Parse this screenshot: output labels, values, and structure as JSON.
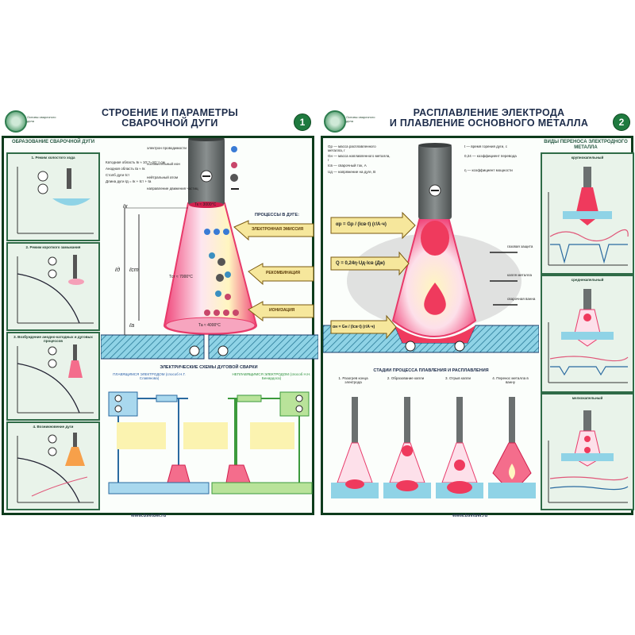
{
  "poster_left": {
    "number": "1",
    "title_line1": "СТРОЕНИЕ И ПАРАМЕТРЫ",
    "title_line2": "СВАРОЧНОЙ ДУГИ",
    "logo_text": "Основы сварочного дела",
    "side_title": "ОБРАЗОВАНИЕ СВАРОЧНОЙ ДУГИ",
    "side_panels": [
      {
        "caption": "1. Режим холостого хода"
      },
      {
        "caption": "2. Режим короткого замыкания"
      },
      {
        "caption": "3. Возбуждение анодно-катодных и дуговых процессов"
      },
      {
        "caption": "4. Возникновение дуги"
      }
    ],
    "legend": [
      {
        "icon": "electron-icon",
        "text": "электрон проводимости"
      },
      {
        "icon": "ion-icon",
        "text": "положительный ион"
      },
      {
        "icon": "neutral-atom-icon",
        "text": "нейтральный атом"
      },
      {
        "icon": "direction-icon",
        "text": "направление движения частиц"
      }
    ],
    "params": [
      "Катодная область  ℓк ≈ 10⁻⁵–10⁻⁴ см",
      "Анодная область  ℓа ≈ ℓк",
      "Столб дуги  ℓст",
      "Длина дуги  ℓд = ℓк + ℓст + ℓа"
    ],
    "dim_labels": {
      "lk": "ℓк",
      "ld": "ℓд",
      "lst": "ℓст",
      "la": "ℓа"
    },
    "temperatures": {
      "cathode": "Тк ≈ 3000°C",
      "column": "Тст ≈ 7000°C",
      "anode": "Та ≈ 4000°C"
    },
    "processes_title": "ПРОЦЕССЫ В ДУГЕ:",
    "processes": [
      "ЭЛЕКТРОННАЯ ЭМИССИЯ",
      "РЕКОМБИНАЦИЯ",
      "ИОНИЗАЦИЯ"
    ],
    "electrode_sign": "−",
    "base_sign": "+",
    "schemes_title": "ЭЛЕКТРИЧЕСКИЕ СХЕМЫ ДУГОВОЙ СВАРКИ",
    "scheme_left_title": "ПЛАВЯЩИМСЯ ЭЛЕКТРОДОМ (способ Н.Г. Славянова)",
    "scheme_right_title": "НЕПЛАВЯЩИМСЯ ЭЛЕКТРОДОМ (способ Н.Н. Бенардоса)",
    "footer_url": "www.bsvtuel.ru"
  },
  "poster_right": {
    "number": "2",
    "title_line1": "РАСПЛАВЛЕНИЕ ЭЛЕКТРОДА",
    "title_line2": "И ПЛАВЛЕНИЕ ОСНОВНОГО МЕТАЛЛА",
    "logo_text": "Основы сварочного дела",
    "side_title": "ВИДЫ ПЕРЕНОСА ЭЛЕКТРОДНОГО МЕТАЛЛА",
    "side_panels": [
      {
        "caption": "крупнокапельный"
      },
      {
        "caption": "среднекапельный"
      },
      {
        "caption": "мелкокапельный"
      }
    ],
    "params_left": [
      "Gр — масса расплавленного металла, г",
      "Gн — масса наплавленного металла, г",
      "Iсв — сварочный ток, А",
      "Uд — напряжение на дуге, В"
    ],
    "params_right": [
      "t — время горения дуги, с",
      "0,24 — коэффициент перевода",
      "η — коэффициент мощности"
    ],
    "formula_melt": "αр = Gр / (Iсв·t) (г/А·ч)",
    "formula_heat": "Q = 0,24η·Uд·Iсв (Дж)",
    "formula_dep": "αн = Gн / (Iсв·t) (г/А·ч)",
    "electrode_sign": "−",
    "base_sign": "+",
    "labels": [
      "газовая защита",
      "капля металла",
      "сварочная ванна"
    ],
    "stages_title": "СТАДИИ ПРОЦЕССА ПЛАВЛЕНИЯ И РАСПЛАВЛЕНИЯ",
    "stages": [
      "1. Разогрев конца электрода",
      "2. Образование капли",
      "3. Отрыв капли",
      "4. Перенос металла в ванну"
    ],
    "footer_url": "www.bsvtuel.ru"
  },
  "colors": {
    "frame": "#0e3b1c",
    "accent_green": "#1f7a3f",
    "arc_pink": "#f0467a",
    "metal_blue": "#8fd3e6",
    "electrode_gray": "#6b7070",
    "panel_bg": "#e9f3ea",
    "arrow_yellow": "#f6e79c"
  }
}
